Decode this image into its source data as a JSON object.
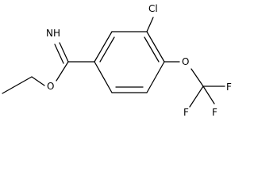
{
  "molecule": {
    "atoms": {
      "imine_nh": "NH",
      "chlorine": "Cl",
      "ester_oxygen": "O",
      "ether_oxygen": "O",
      "fluorine_1": "F",
      "fluorine_2": "F",
      "fluorine_3": "F"
    }
  }
}
